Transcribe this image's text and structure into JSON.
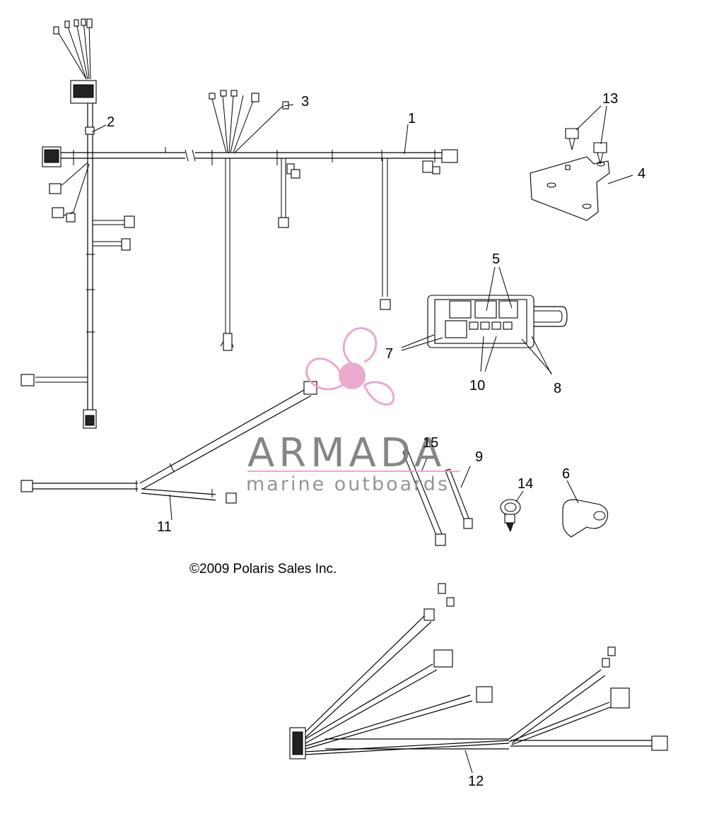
{
  "callouts": {
    "c1": "1",
    "c2": "2",
    "c3": "3",
    "c4": "4",
    "c5": "5",
    "c6": "6",
    "c7": "7",
    "c8": "8",
    "c9": "9",
    "c10": "10",
    "c11": "11",
    "c12": "12",
    "c13": "13",
    "c14": "14",
    "c15": "15"
  },
  "copyright": "©2009 Polaris Sales Inc.",
  "watermark": {
    "title": "ARMADA",
    "subtitle": "marine outboards",
    "logo_icon": "propeller-logo-icon",
    "color": "#e8a0c8"
  }
}
